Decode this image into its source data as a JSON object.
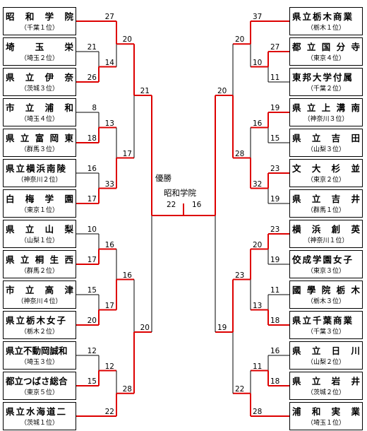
{
  "colors": {
    "win": "#dd0000",
    "line": "#000000"
  },
  "left": [
    {
      "name": "昭和学院",
      "pref": "（千葉１位）"
    },
    {
      "name": "埼玉栄",
      "pref": "（埼玉２位）"
    },
    {
      "name": "県立伊奈",
      "pref": "（茨城３位）"
    },
    {
      "name": "市立浦和",
      "pref": "（埼玉４位）"
    },
    {
      "name": "県立富岡東",
      "pref": "（群馬３位）"
    },
    {
      "name": "県立横浜南陵",
      "pref": "（神奈川２位）"
    },
    {
      "name": "白梅学園",
      "pref": "（東京１位）"
    },
    {
      "name": "県立山梨",
      "pref": "（山梨１位）"
    },
    {
      "name": "県立桐生西",
      "pref": "（群馬２位）"
    },
    {
      "name": "市立高津",
      "pref": "（神奈川４位）"
    },
    {
      "name": "県立栃木女子",
      "pref": "（栃木２位）"
    },
    {
      "name": "県立不動岡誠和",
      "pref": "（埼玉３位）"
    },
    {
      "name": "都立つばさ総合",
      "pref": "（東京５位）"
    },
    {
      "name": "県立水海道二",
      "pref": "（茨城１位）"
    }
  ],
  "right": [
    {
      "name": "県立栃木商業",
      "pref": "（栃木１位）"
    },
    {
      "name": "都立国分寺",
      "pref": "（東京４位）"
    },
    {
      "name": "東邦大学付属",
      "pref": "（千葉２位）"
    },
    {
      "name": "県立上溝南",
      "pref": "（神奈川３位）"
    },
    {
      "name": "県立吉田",
      "pref": "（山梨３位）"
    },
    {
      "name": "文大杉並",
      "pref": "（東京２位）"
    },
    {
      "name": "県立吉井",
      "pref": "（群馬１位）"
    },
    {
      "name": "横浜創英",
      "pref": "（神奈川１位）"
    },
    {
      "name": "佼成学園女子",
      "pref": "（東京３位）"
    },
    {
      "name": "國學院栃木",
      "pref": "（栃木３位）"
    },
    {
      "name": "県立千葉商業",
      "pref": "（千葉３位）"
    },
    {
      "name": "県立日川",
      "pref": "（山梨２位）"
    },
    {
      "name": "県立岩井",
      "pref": "（茨城２位）"
    },
    {
      "name": "浦和実業",
      "pref": "（埼玉１位）"
    }
  ],
  "champion_label": "優勝",
  "champion_name": "昭和学院",
  "scores": {
    "l_r1_a_top": "21",
    "l_r1_a_bot": "26",
    "l_r1_b_top": "8",
    "l_r1_b_bot": "18",
    "l_r1_c_top": "16",
    "l_r1_c_bot": "17",
    "l_r1_d_top": "10",
    "l_r1_d_bot": "17",
    "l_r1_e_top": "15",
    "l_r1_e_bot": "20",
    "l_r1_f_top": "12",
    "l_r1_f_bot": "15",
    "l_r2_a_top": "27",
    "l_r2_a_bot": "14",
    "l_r2_b_top": "13",
    "l_r2_b_bot": "33",
    "l_r2_c_top": "16",
    "l_r2_c_bot": "17",
    "l_r2_d_top": "12",
    "l_r2_d_bot": "22",
    "l_r3_a_top": "20",
    "l_r3_a_bot": "17",
    "l_r3_b_top": "16",
    "l_r3_b_bot": "28",
    "l_sf_top": "21",
    "l_sf_bot": "20",
    "r_r1_a_top": "27",
    "r_r1_a_bot": "11",
    "r_r1_b_top": "19",
    "r_r1_b_bot": "15",
    "r_r1_c_top": "23",
    "r_r1_c_bot": "19",
    "r_r1_d_top": "23",
    "r_r1_d_bot": "19",
    "r_r1_e_top": "11",
    "r_r1_e_bot": "18",
    "r_r1_f_top": "16",
    "r_r1_f_bot": "18",
    "r_r2_a_top": "37",
    "r_r2_a_bot": "10",
    "r_r2_b_top": "16",
    "r_r2_b_bot": "32",
    "r_r2_c_top": "20",
    "r_r2_c_bot": "13",
    "r_r2_d_top": "11",
    "r_r2_d_bot": "28",
    "r_r3_a_top": "20",
    "r_r3_a_bot": "28",
    "r_r3_b_top": "23",
    "r_r3_b_bot": "22",
    "r_sf_top": "20",
    "r_sf_bot": "19",
    "final_left": "22",
    "final_right": "16"
  }
}
